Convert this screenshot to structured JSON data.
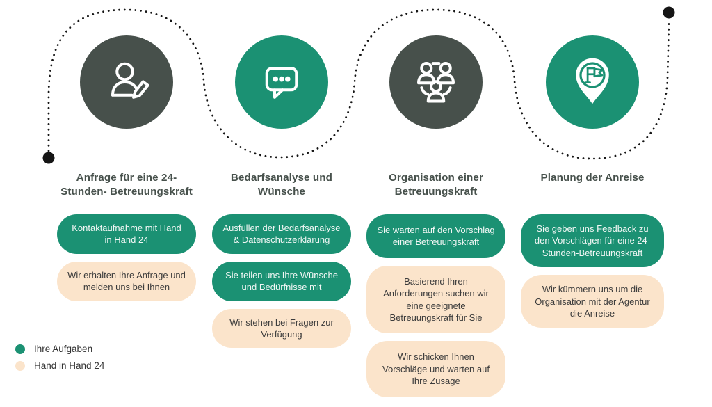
{
  "colors": {
    "green": "#1B9173",
    "dark_circle": "#47504B",
    "peach": "#FBE4CB",
    "heading_text": "#47514C",
    "dotted_line": "#151515"
  },
  "steps": [
    {
      "title": "Anfrage für eine 24-\nStunden- Betreuungskraft",
      "icon": "person-edit-icon",
      "circle_color": "#47504B",
      "pills": [
        {
          "owner": "customer",
          "color": "#1B9173",
          "text": "Kontaktaufnahme mit Hand in Hand 24"
        },
        {
          "owner": "company",
          "color": "#FBE4CB",
          "text": "Wir erhalten Ihre Anfrage und melden uns bei Ihnen"
        }
      ]
    },
    {
      "title": "Bedarfsanalyse und\nWünsche",
      "icon": "chat-bubble-icon",
      "circle_color": "#1B9173",
      "pills": [
        {
          "owner": "customer",
          "color": "#1B9173",
          "text": "Ausfüllen der Bedarfsanalyse & Datenschutzerklärung"
        },
        {
          "owner": "customer",
          "color": "#1B9173",
          "text": "Sie teilen uns Ihre Wünsche und Bedürfnisse mit"
        },
        {
          "owner": "company",
          "color": "#FBE4CB",
          "text": "Wir stehen bei Fragen zur Verfügung"
        }
      ]
    },
    {
      "title": "Organisation einer\nBetreuungskraft",
      "icon": "people-network-icon",
      "circle_color": "#47504B",
      "pills": [
        {
          "owner": "customer",
          "color": "#1B9173",
          "text": "Sie warten auf den Vorschlag einer Betreuungskraft"
        },
        {
          "owner": "company",
          "color": "#FBE4CB",
          "text": "Basierend Ihren Anforderungen suchen wir eine geeignete Betreuungskraft für Sie"
        },
        {
          "owner": "company",
          "color": "#FBE4CB",
          "text": "Wir schicken Ihnen Vorschläge und warten auf Ihre Zusage"
        }
      ]
    },
    {
      "title": "Planung der Anreise",
      "icon": "location-flag-icon",
      "circle_color": "#1B9173",
      "pills": [
        {
          "owner": "customer",
          "color": "#1B9173",
          "text": "Sie geben uns Feedback zu den Vorschlägen für eine 24-Stunden-Betreuungskraft"
        },
        {
          "owner": "company",
          "color": "#FBE4CB",
          "text": "Wir kümmern uns um die Organisation mit der Agentur die Anreise"
        }
      ]
    }
  ],
  "legend": {
    "items": [
      {
        "label": "Ihre Aufgaben",
        "color": "#1B9173"
      },
      {
        "label": "Hand in Hand 24",
        "color": "#FBE4CB"
      }
    ]
  }
}
